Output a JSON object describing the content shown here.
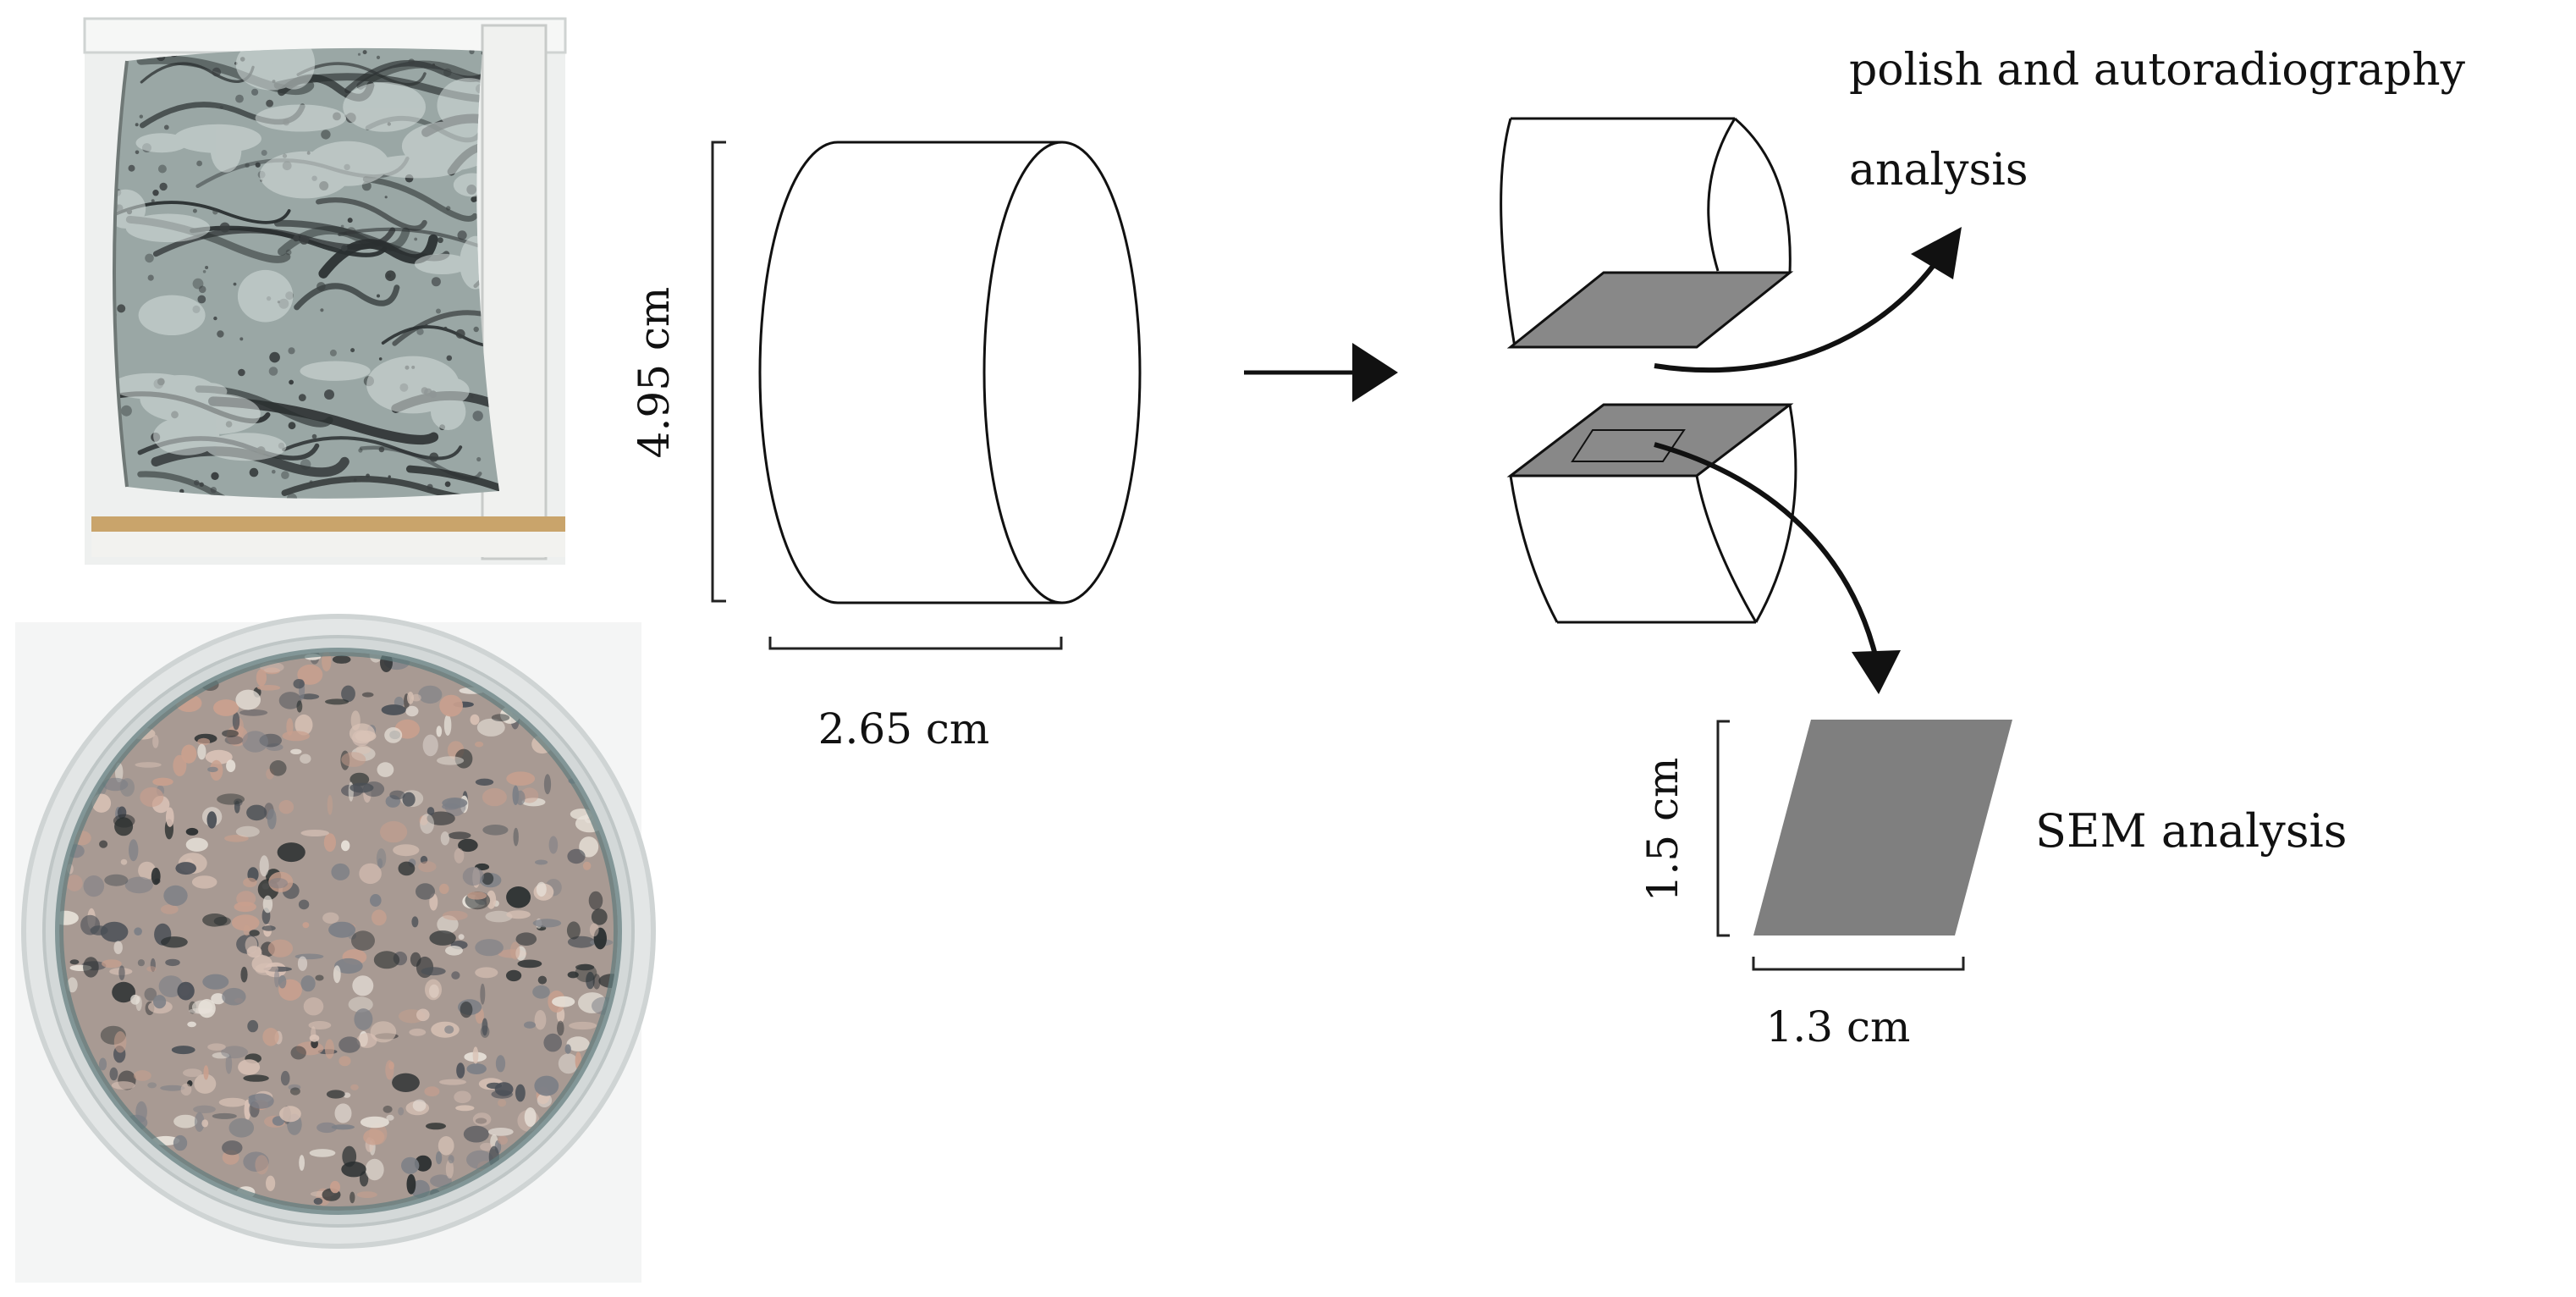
{
  "labels": {
    "height_dim": "4.95 cm",
    "diameter_dim": "2.65 cm",
    "polish_line1": "polish and autoradiography",
    "polish_line2": "analysis",
    "slab_height_dim": "1.5 cm",
    "slab_width_dim": "1.3 cm",
    "sem": "SEM analysis"
  },
  "colors": {
    "line": "#111111",
    "cut_plane": "#888888",
    "slab": "#7f7f7f",
    "rock_base": "#9aa7a5",
    "rock_dark": "#2a2f30",
    "disc_base": "#a89a93",
    "disc_pink": "#c9a08e",
    "glass_rim": "#dfe3e3"
  }
}
